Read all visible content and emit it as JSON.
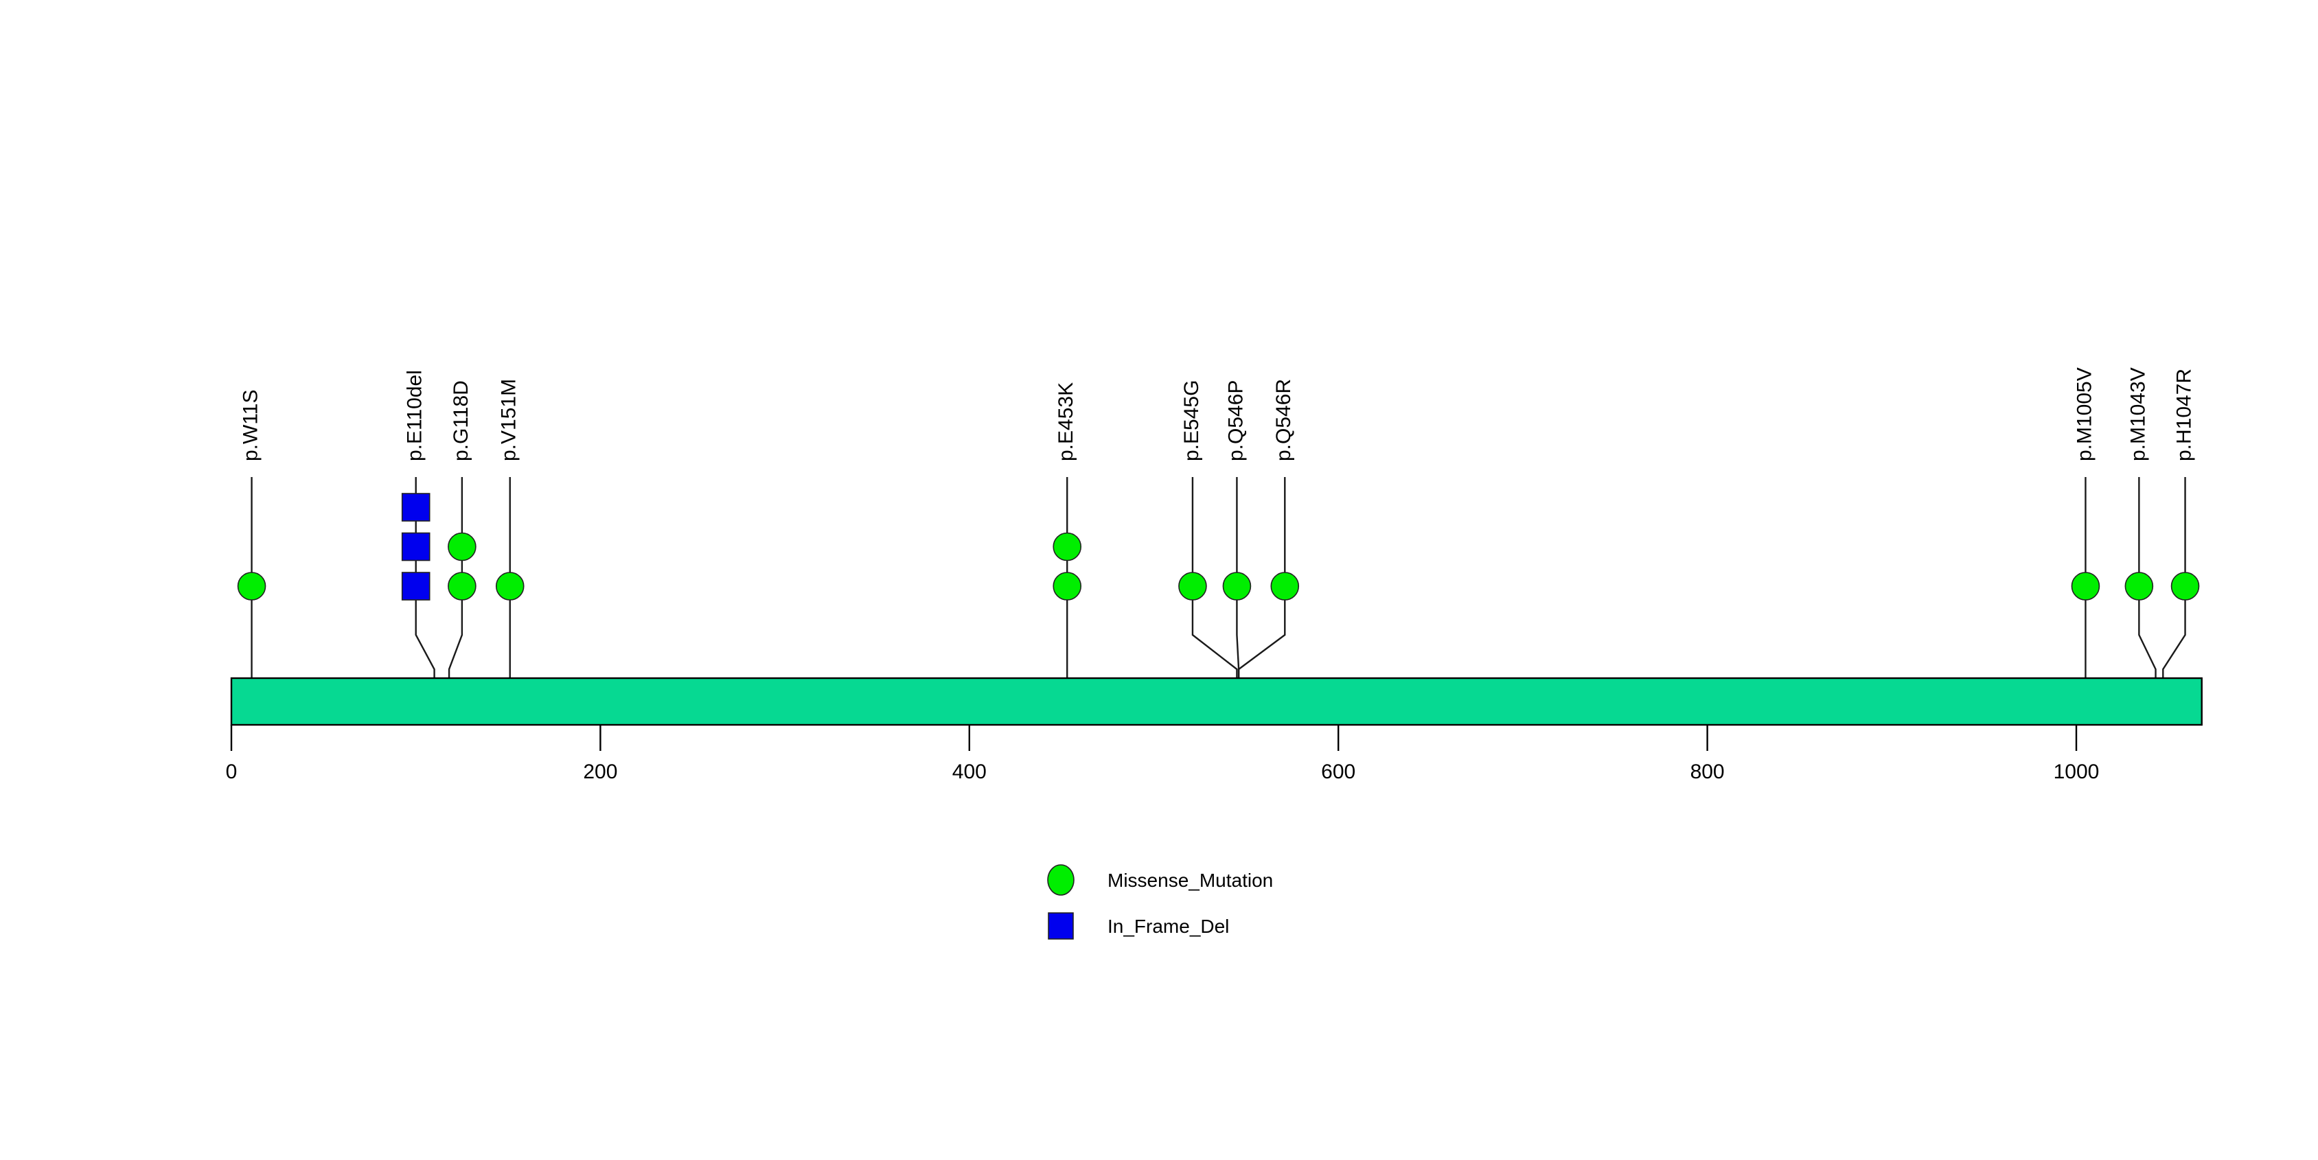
{
  "chart_data": {
    "type": "lollipop",
    "title": "",
    "xlabel": "",
    "ylabel": "",
    "protein_length": 1068,
    "axis": {
      "min": 0,
      "max": 1068,
      "ticks": [
        0,
        200,
        400,
        600,
        800,
        1000
      ],
      "tick_labels": [
        "0",
        "200",
        "400",
        "600",
        "800",
        "1000"
      ],
      "grid": false
    },
    "domains": [
      {
        "name": "protein-backbone",
        "start": 0,
        "end": 1068,
        "color": "#06D992"
      }
    ],
    "legend": {
      "position": "bottom-center",
      "entries": [
        {
          "label": "Missense_Mutation",
          "shape": "circle",
          "color": "#00EE00"
        },
        {
          "label": "In_Frame_Del",
          "shape": "square",
          "color": "#0000EE"
        }
      ]
    },
    "mutations": [
      {
        "label": "p.W11S",
        "position": 11,
        "count": 1,
        "label_x": 11,
        "types": [
          {
            "type": "Missense_Mutation",
            "shape": "circle",
            "color": "#00EE00",
            "count": 1
          }
        ]
      },
      {
        "label": "p.E110del",
        "position": 110,
        "count": 3,
        "label_x": 100,
        "types": [
          {
            "type": "In_Frame_Del",
            "shape": "square",
            "color": "#0000EE",
            "count": 3
          }
        ]
      },
      {
        "label": "p.G118D",
        "position": 118,
        "count": 2,
        "label_x": 125,
        "types": [
          {
            "type": "Missense_Mutation",
            "shape": "circle",
            "color": "#00EE00",
            "count": 2
          }
        ]
      },
      {
        "label": "p.V151M",
        "position": 151,
        "count": 1,
        "label_x": 151,
        "types": [
          {
            "type": "Missense_Mutation",
            "shape": "circle",
            "color": "#00EE00",
            "count": 1
          }
        ]
      },
      {
        "label": "p.E453K",
        "position": 453,
        "count": 2,
        "label_x": 453,
        "types": [
          {
            "type": "Missense_Mutation",
            "shape": "circle",
            "color": "#00EE00",
            "count": 2
          }
        ]
      },
      {
        "label": "p.E545G",
        "position": 545,
        "count": 1,
        "label_x": 521,
        "types": [
          {
            "type": "Missense_Mutation",
            "shape": "circle",
            "color": "#00EE00",
            "count": 1
          }
        ]
      },
      {
        "label": "p.Q546P",
        "position": 546,
        "count": 1,
        "label_x": 545,
        "types": [
          {
            "type": "Missense_Mutation",
            "shape": "circle",
            "color": "#00EE00",
            "count": 1
          }
        ]
      },
      {
        "label": "p.Q546R",
        "position": 546,
        "count": 1,
        "label_x": 571,
        "types": [
          {
            "type": "Missense_Mutation",
            "shape": "circle",
            "color": "#00EE00",
            "count": 1
          }
        ]
      },
      {
        "label": "p.M1005V",
        "position": 1005,
        "count": 1,
        "label_x": 1005,
        "types": [
          {
            "type": "Missense_Mutation",
            "shape": "circle",
            "color": "#00EE00",
            "count": 1
          }
        ]
      },
      {
        "label": "p.M1043V",
        "position": 1043,
        "count": 1,
        "label_x": 1034,
        "types": [
          {
            "type": "Missense_Mutation",
            "shape": "circle",
            "color": "#00EE00",
            "count": 1
          }
        ]
      },
      {
        "label": "p.H1047R",
        "position": 1047,
        "count": 1,
        "label_x": 1059,
        "types": [
          {
            "type": "Missense_Mutation",
            "shape": "circle",
            "color": "#00EE00",
            "count": 1
          }
        ]
      }
    ]
  },
  "colors": {
    "backbone": "#06D992",
    "missense": "#00EE00",
    "inframedel": "#0000EE",
    "stroke": "#1a1a1a",
    "background": "#ffffff"
  }
}
